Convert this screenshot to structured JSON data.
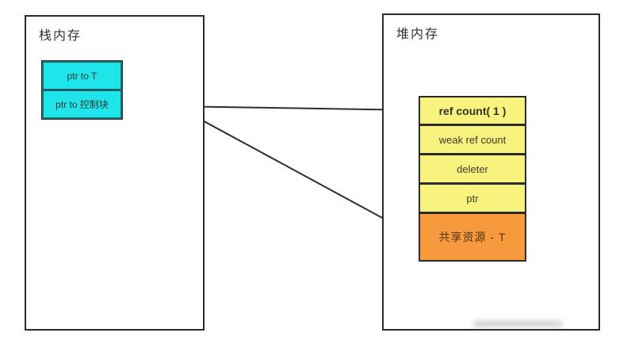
{
  "stack": {
    "title": "栈内存",
    "pointer_cells": [
      {
        "label": "ptr to T"
      },
      {
        "label": "ptr to 控制块"
      }
    ]
  },
  "heap": {
    "title": "堆内存",
    "control_block_cells": [
      {
        "label": "ref count( 1 )"
      },
      {
        "label": "weak ref count"
      },
      {
        "label": "deleter"
      },
      {
        "label": "ptr"
      }
    ],
    "resource_cell": {
      "label": "共享资源 - T"
    }
  },
  "arrows": [
    {
      "name": "ptr-to-t-arrow",
      "from": "ptr to T",
      "to": "共享资源 - T"
    },
    {
      "name": "ptr-to-control-block-arrow",
      "from": "ptr to 控制块",
      "to": "ref count( 1 )"
    },
    {
      "name": "ptr-to-resource-arrow",
      "from": "ptr",
      "to": "共享资源 - T"
    }
  ],
  "colors": {
    "stack_cell_fill": "#1fe4e9",
    "control_block_fill": "#f8f37e",
    "resource_fill": "#f79a3d",
    "box_border": "#2b2b2b",
    "arrow": "#2e2e2e",
    "text": "#333333"
  }
}
